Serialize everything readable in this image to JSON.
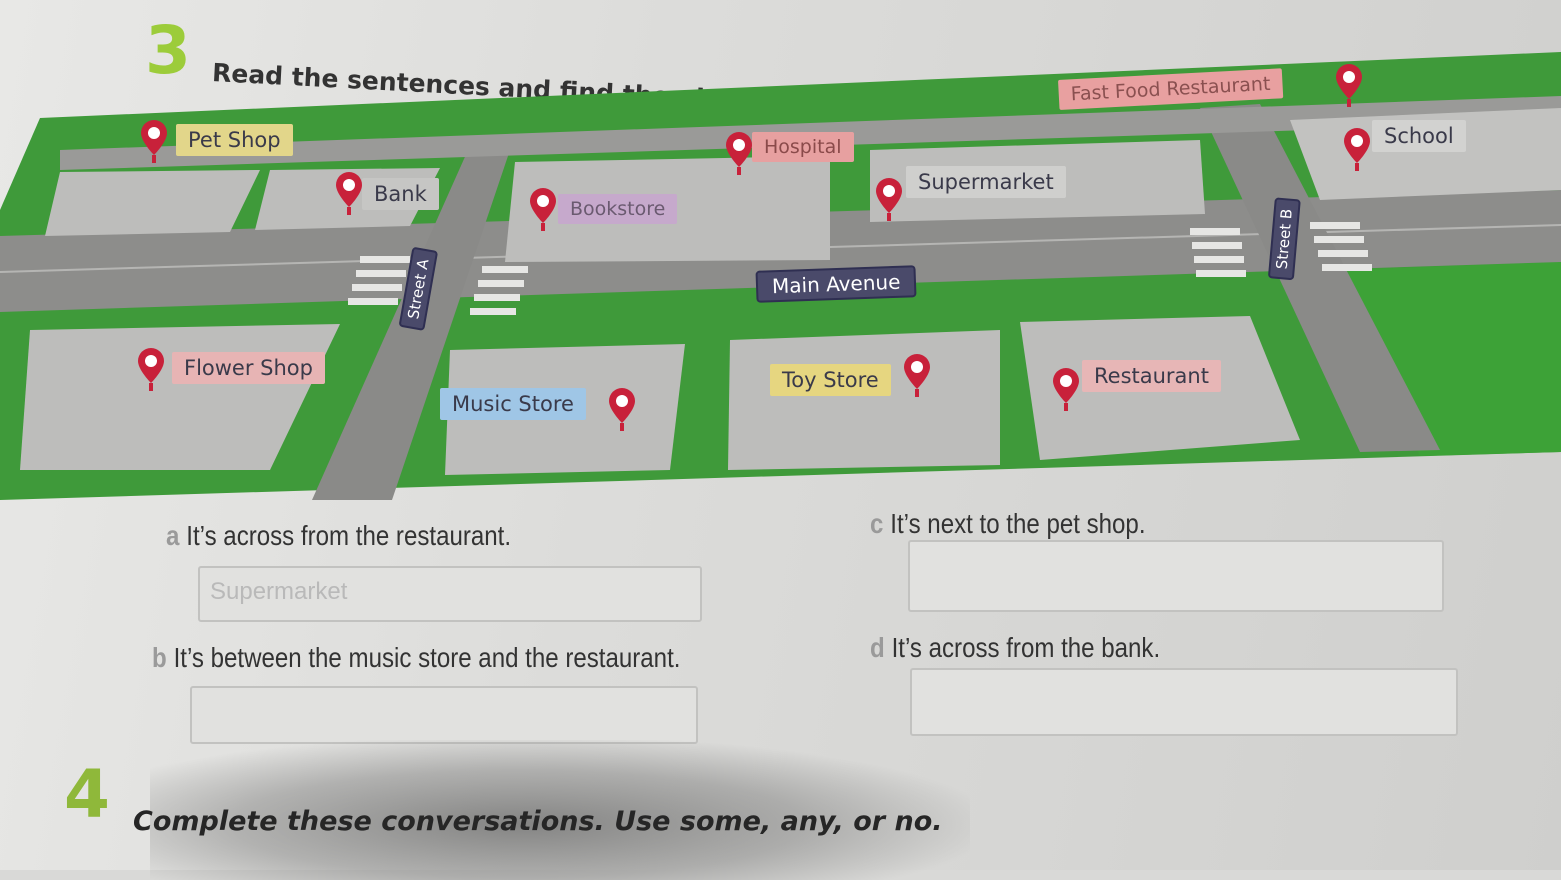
{
  "exercise3": {
    "number": "3",
    "title": "Read the sentences and find the places."
  },
  "map": {
    "places": {
      "pet_shop": "Pet Shop",
      "bank": "Bank",
      "hospital": "Hospital",
      "bookstore": "Bookstore",
      "supermarket": "Supermarket",
      "fast_food": "Fast Food Restaurant",
      "school": "School",
      "flower_shop": "Flower Shop",
      "music_store": "Music Store",
      "toy_store": "Toy Store",
      "restaurant": "Restaurant"
    },
    "roads": {
      "main_avenue": "Main Avenue",
      "street_a": "Street A",
      "street_b": "Street B"
    },
    "colors": {
      "grass": "#3f9a3a",
      "road": "#8d8d8b",
      "block": "#bdbdbb",
      "pin": "#c8213a"
    }
  },
  "questions": [
    {
      "letter": "a",
      "text": "It’s across from the restaurant.",
      "answer": "Supermarket"
    },
    {
      "letter": "b",
      "text": "It’s between the music store and the restaurant.",
      "answer": ""
    },
    {
      "letter": "c",
      "text": "It’s next to the pet shop.",
      "answer": ""
    },
    {
      "letter": "d",
      "text": "It’s across from the bank.",
      "answer": ""
    }
  ],
  "exercise4": {
    "number": "4",
    "title": "Complete these conversations. Use some, any, or no."
  }
}
